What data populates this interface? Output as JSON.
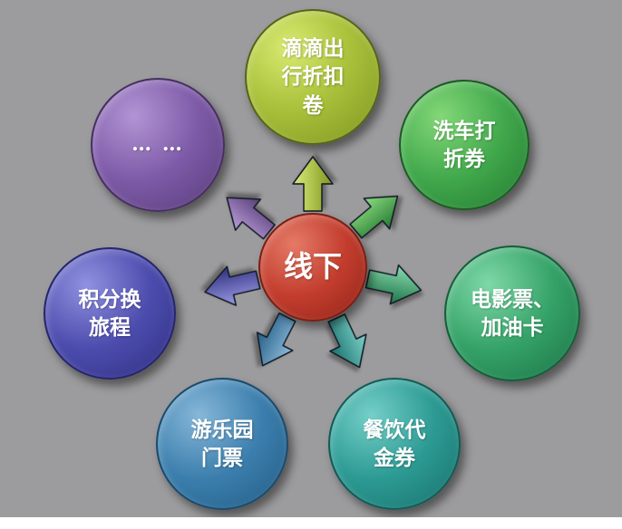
{
  "diagram": {
    "background_color": "#9c9c9e",
    "center": {
      "label": "线下",
      "color": "#c33d2e"
    },
    "nodes": [
      {
        "position": "top",
        "label": "滴滴出\n行折扣\n卷",
        "color": "#aac23c"
      },
      {
        "position": "top-right",
        "label": "洗车打\n折券",
        "color": "#41a84c"
      },
      {
        "position": "right",
        "label": "电影票、\n加油卡",
        "color": "#34a267"
      },
      {
        "position": "bottom-right",
        "label": "餐饮代\n金券",
        "color": "#2c9a93"
      },
      {
        "position": "bottom-left",
        "label": "游乐园\n门票",
        "color": "#3b7ead"
      },
      {
        "position": "left",
        "label": "积分换\n旅程",
        "color": "#4c4cae"
      },
      {
        "position": "top-left",
        "label": "… …",
        "color": "#7d5aa7"
      }
    ]
  }
}
